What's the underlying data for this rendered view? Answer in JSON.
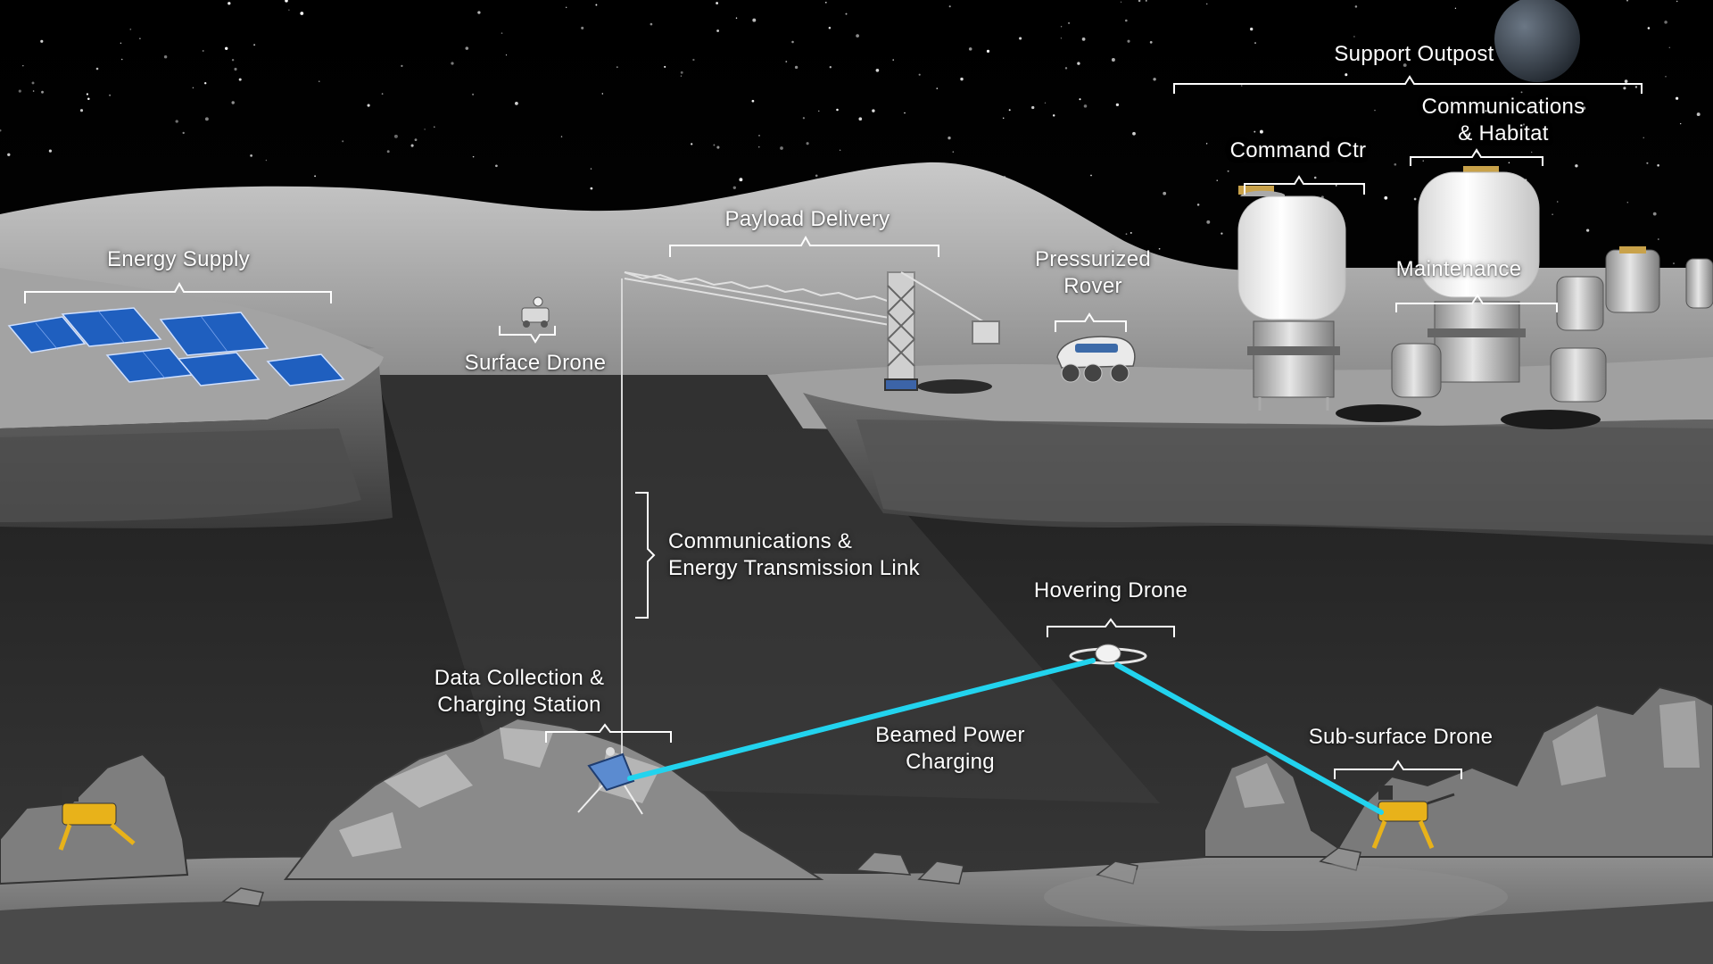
{
  "labels": {
    "support_outpost": "Support Outpost",
    "communications_habitat": "Communications\n& Habitat",
    "command_ctr": "Command Ctr",
    "maintenance": "Maintenance",
    "pressurized_rover": "Pressurized\nRover",
    "payload_delivery": "Payload Delivery",
    "energy_supply": "Energy Supply",
    "surface_drone": "Surface Drone",
    "comms_energy_link": "Communications &\nEnergy Transmission Link",
    "hovering_drone": "Hovering Drone",
    "data_collection": "Data Collection &\nCharging Station",
    "beamed_power": "Beamed Power\nCharging",
    "subsurface_drone": "Sub-surface Drone"
  },
  "colors": {
    "space": "#000000",
    "beam": "#22d3ee",
    "regolith_light": "#b9b9b9",
    "regolith_dark": "#5a5a5a",
    "cave": "#2f2f2f",
    "solar_panel": "#1f5fbf",
    "drone_body": "#e8b21a",
    "habitat": "#f4f4f4",
    "planet": "#3a4450"
  }
}
